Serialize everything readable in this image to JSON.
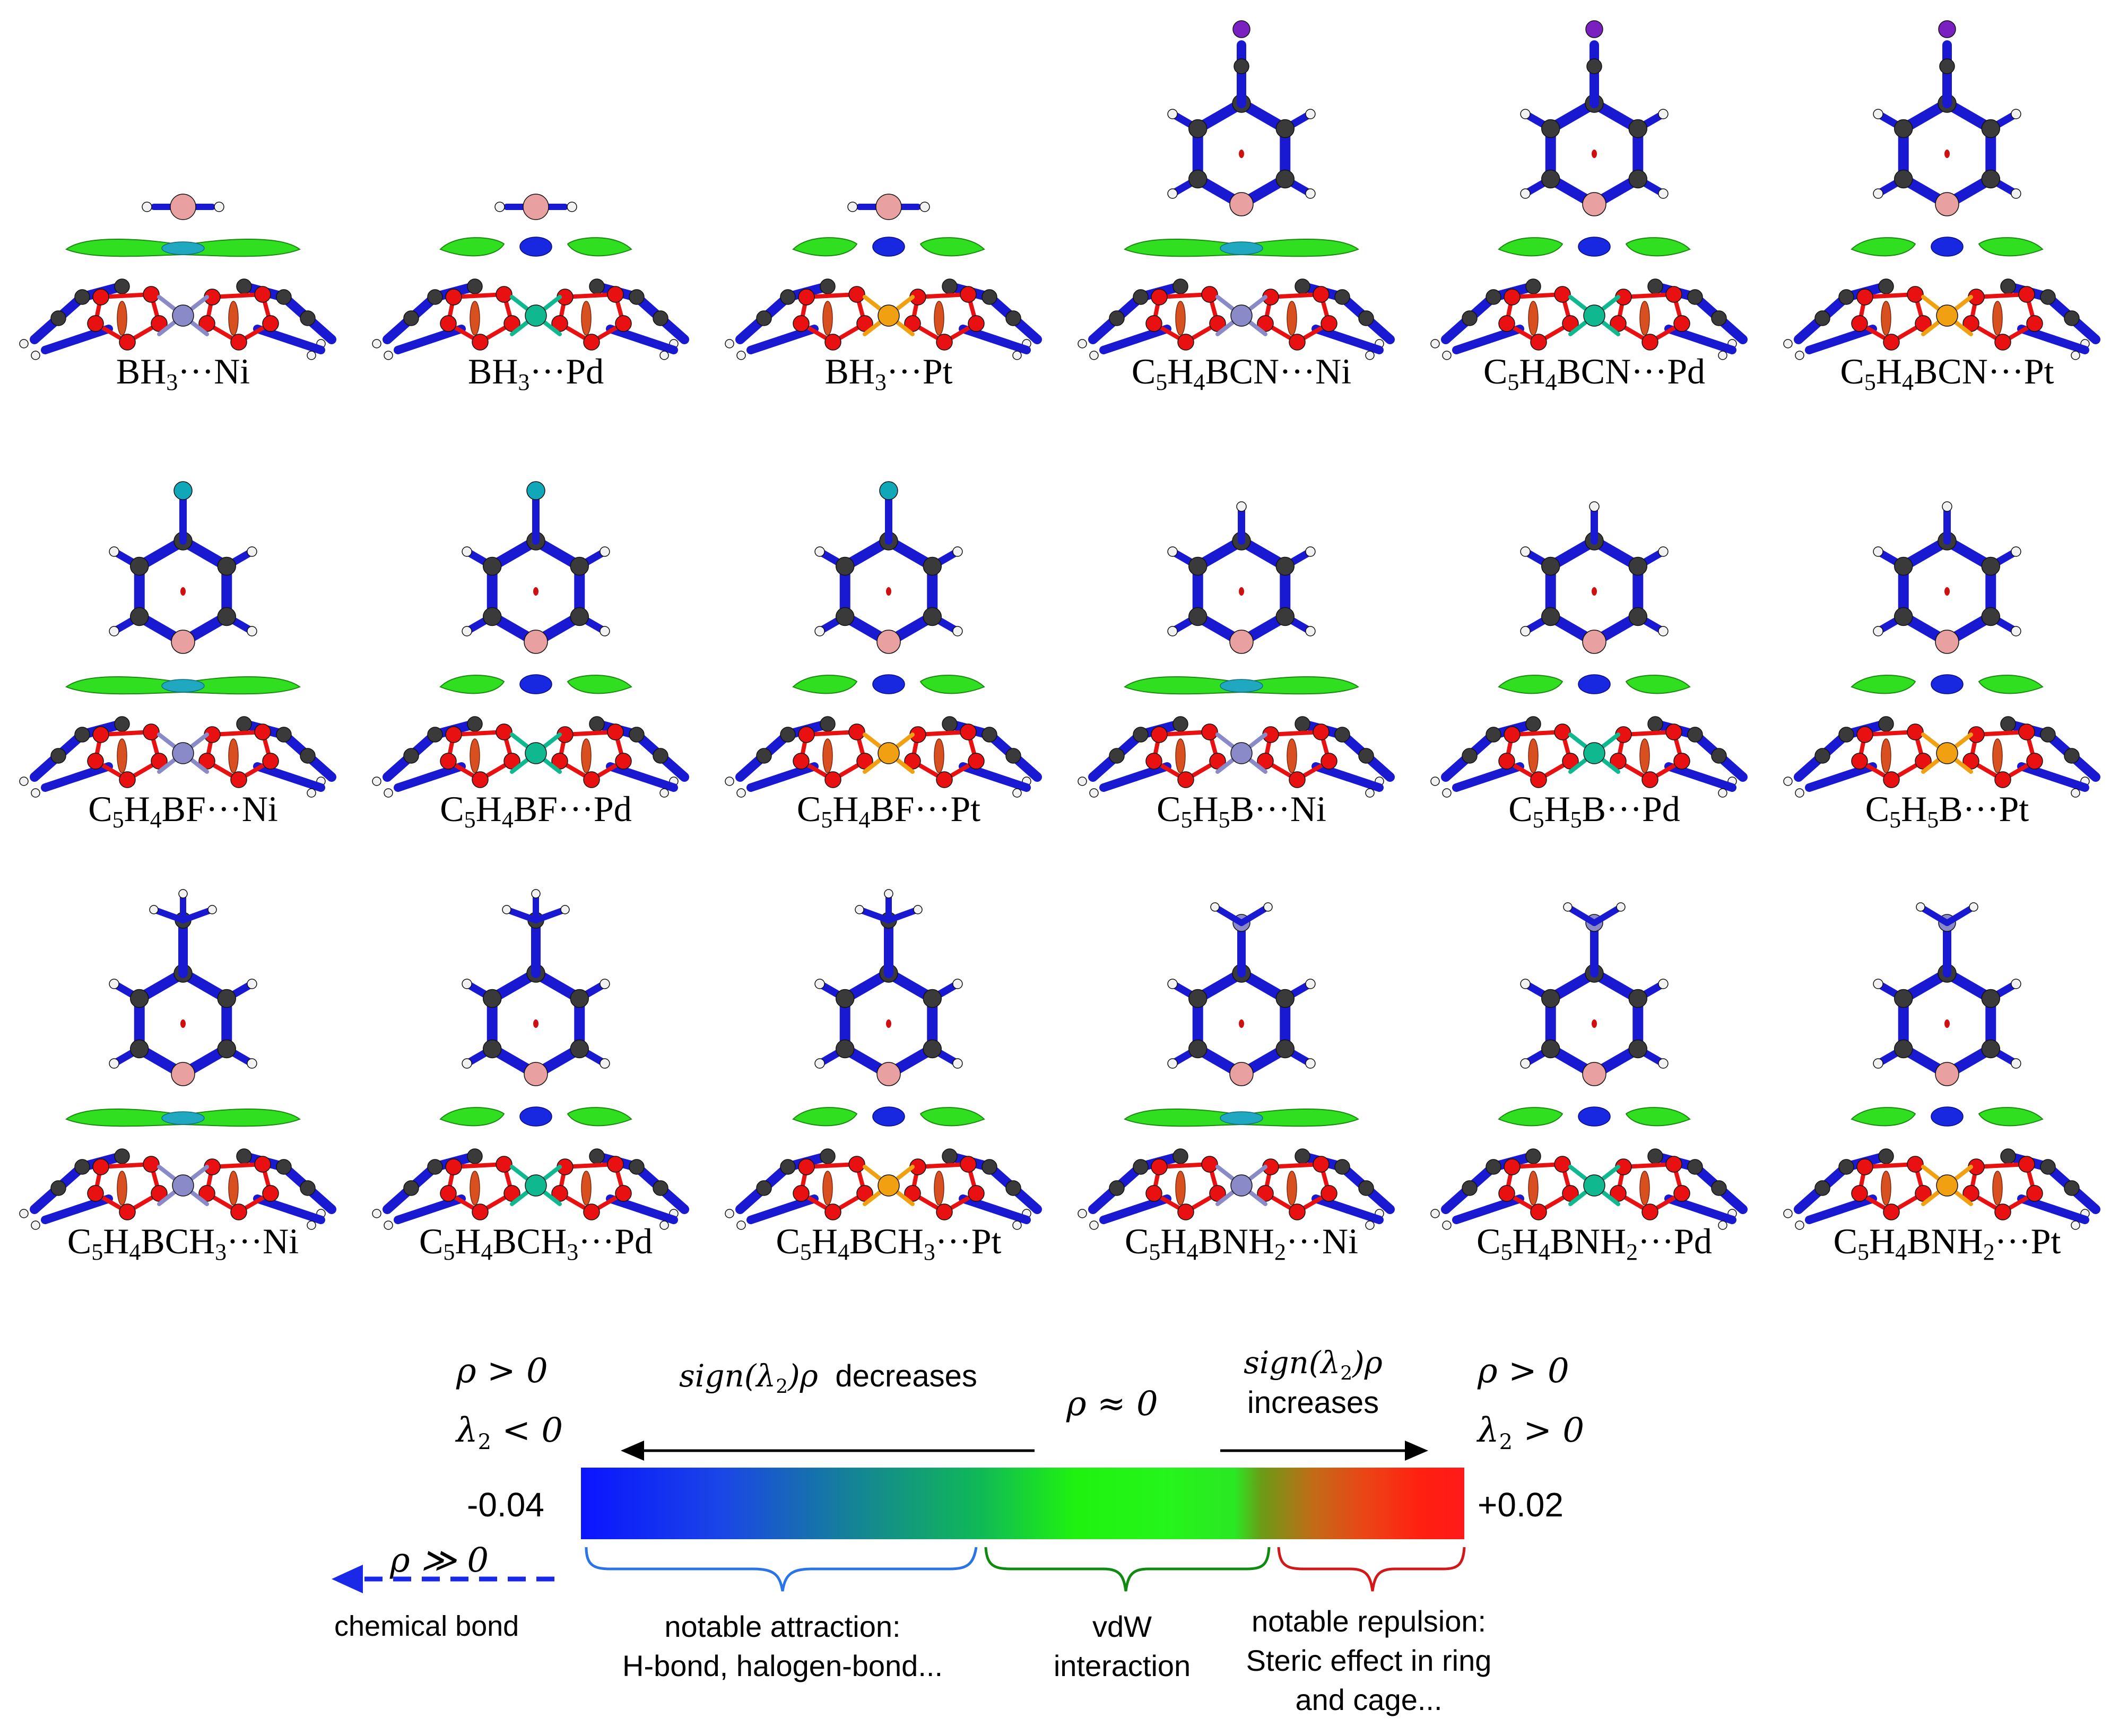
{
  "grid": {
    "rows": [
      [
        {
          "parts": [
            "BH",
            "3",
            "···Ni"
          ],
          "metal": "Ni",
          "sub": "BH3",
          "pattern": "flat"
        },
        {
          "parts": [
            "BH",
            "3",
            "···Pd"
          ],
          "metal": "Pd",
          "sub": "BH3",
          "pattern": "split"
        },
        {
          "parts": [
            "BH",
            "3",
            "···Pt"
          ],
          "metal": "Pt",
          "sub": "BH3",
          "pattern": "split"
        },
        {
          "parts": [
            "C",
            "5",
            "H",
            "4",
            "BCN···Ni"
          ],
          "metal": "Ni",
          "sub": "CN",
          "pattern": "flat"
        },
        {
          "parts": [
            "C",
            "5",
            "H",
            "4",
            "BCN···Pd"
          ],
          "metal": "Pd",
          "sub": "CN",
          "pattern": "split"
        },
        {
          "parts": [
            "C",
            "5",
            "H",
            "4",
            "BCN···Pt"
          ],
          "metal": "Pt",
          "sub": "CN",
          "pattern": "split"
        }
      ],
      [
        {
          "parts": [
            "C",
            "5",
            "H",
            "4",
            "BF···Ni"
          ],
          "metal": "Ni",
          "sub": "F",
          "pattern": "flat"
        },
        {
          "parts": [
            "C",
            "5",
            "H",
            "4",
            "BF···Pd"
          ],
          "metal": "Pd",
          "sub": "F",
          "pattern": "split"
        },
        {
          "parts": [
            "C",
            "5",
            "H",
            "4",
            "BF···Pt"
          ],
          "metal": "Pt",
          "sub": "F",
          "pattern": "split"
        },
        {
          "parts": [
            "C",
            "5",
            "H",
            "5",
            "B···Ni"
          ],
          "metal": "Ni",
          "sub": "H",
          "pattern": "flat"
        },
        {
          "parts": [
            "C",
            "5",
            "H",
            "5",
            "B···Pd"
          ],
          "metal": "Pd",
          "sub": "H",
          "pattern": "split"
        },
        {
          "parts": [
            "C",
            "5",
            "H",
            "5",
            "B···Pt"
          ],
          "metal": "Pt",
          "sub": "H",
          "pattern": "split"
        }
      ],
      [
        {
          "parts": [
            "C",
            "5",
            "H",
            "4",
            "BCH",
            "3",
            "···Ni"
          ],
          "metal": "Ni",
          "sub": "CH3",
          "pattern": "flat"
        },
        {
          "parts": [
            "C",
            "5",
            "H",
            "4",
            "BCH",
            "3",
            "···Pd"
          ],
          "metal": "Pd",
          "sub": "CH3",
          "pattern": "split"
        },
        {
          "parts": [
            "C",
            "5",
            "H",
            "4",
            "BCH",
            "3",
            "···Pt"
          ],
          "metal": "Pt",
          "sub": "CH3",
          "pattern": "split"
        },
        {
          "parts": [
            "C",
            "5",
            "H",
            "4",
            "BNH",
            "2",
            "···Ni"
          ],
          "metal": "Ni",
          "sub": "NH2",
          "pattern": "flat"
        },
        {
          "parts": [
            "C",
            "5",
            "H",
            "4",
            "BNH",
            "2",
            "···Pd"
          ],
          "metal": "Pd",
          "sub": "NH2",
          "pattern": "split"
        },
        {
          "parts": [
            "C",
            "5",
            "H",
            "4",
            "BNH",
            "2",
            "···Pt"
          ],
          "metal": "Pt",
          "sub": "NH2",
          "pattern": "split"
        }
      ]
    ]
  },
  "colors": {
    "bond": "#1919d2",
    "carbon": "#3a3a3a",
    "hydrogen": "#f2f2f2",
    "boron": "#e8a0a0",
    "oxygen": "#e81010",
    "Ni": "#8a8ac8",
    "Pd": "#10b890",
    "Pt": "#f0a010",
    "vdw": "#30e020",
    "iodine": "#7a20c0",
    "fluorine": "#10a8b8",
    "nitrogen": "#8a8ac8",
    "phosphorus": "#8030c0"
  },
  "legend": {
    "left_top": "ρ > 0",
    "left_bottom": "λ",
    "left_bottom_sub": "2",
    "left_bottom_rest": " < 0",
    "right_top": "ρ > 0",
    "right_bottom": "λ",
    "right_bottom_sub": "2",
    "right_bottom_rest": " > 0",
    "decreases_math": "sign(λ",
    "decreases_math_sub": "2",
    "decreases_math_rest": ")ρ",
    "decreases_word": "decreases",
    "center": "ρ ≈ 0",
    "increases_math": "sign(λ",
    "increases_math_sub": "2",
    "increases_math_rest": ")ρ",
    "increases_word": "increases",
    "min_value": "-0.04",
    "max_value": "+0.02",
    "bond_math": "ρ ≫ 0",
    "bond_label": "chemical bond",
    "attraction_line1": "notable attraction:",
    "attraction_line2": "H-bond, halogen-bond...",
    "vdw_line1": "vdW",
    "vdw_line2": "interaction",
    "repulsion_line1": "notable repulsion:",
    "repulsion_line2": "Steric effect in ring",
    "repulsion_line3": "and cage...",
    "brace_colors": {
      "attraction": "#2a74e8",
      "vdw": "#108a10",
      "repulsion": "#d21818"
    }
  }
}
